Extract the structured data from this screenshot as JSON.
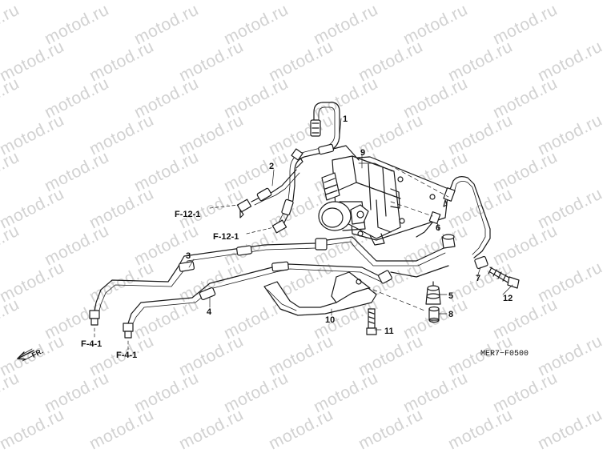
{
  "watermark": "motod.ru",
  "drawing_code": "MER7−F0500",
  "direction_marker": "FR.",
  "callouts": [
    "1",
    "2",
    "3",
    "4",
    "5",
    "6",
    "7",
    "8",
    "9",
    "10",
    "11",
    "12"
  ],
  "references": [
    "F-12-1",
    "F-12-1",
    "F-4-1",
    "F-4-1"
  ],
  "colors": {
    "line": "#1a1a1a",
    "watermark": "#d2d2d2",
    "background": "#ffffff"
  }
}
